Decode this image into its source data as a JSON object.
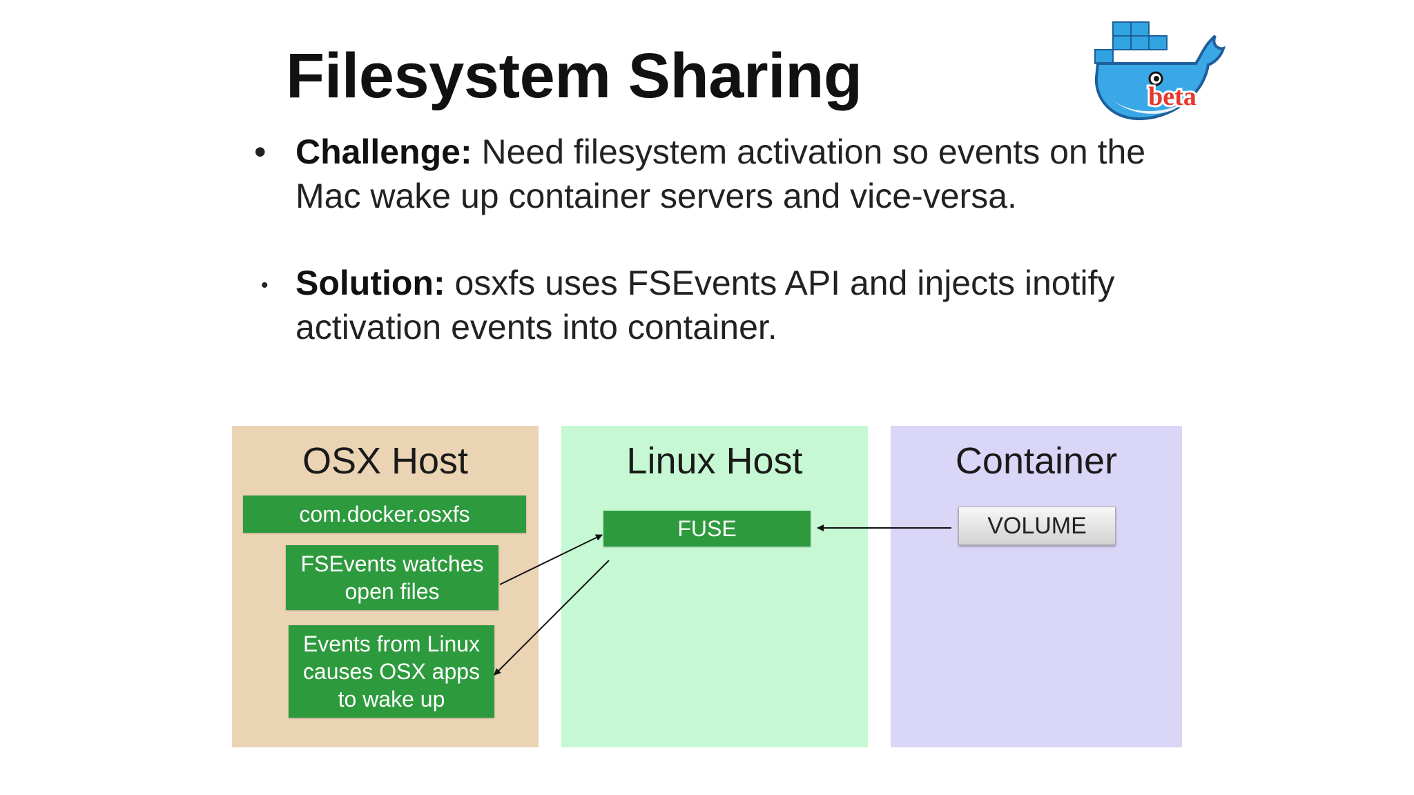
{
  "slide": {
    "title": "Filesystem Sharing",
    "bullets": [
      {
        "marker": "•",
        "label": "Challenge:",
        "text": " Need filesystem activation so events on the Mac wake up container servers and vice-versa."
      },
      {
        "marker": "•",
        "label": "Solution:",
        "text": " osxfs uses FSEvents API and injects inotify activation events into container."
      }
    ],
    "logo": {
      "icon": "docker-whale-icon",
      "badge": "beta"
    }
  },
  "diagram": {
    "panels": [
      {
        "title": "OSX Host",
        "color": "#ebd4b4"
      },
      {
        "title": "Linux Host",
        "color": "#c6f9d3"
      },
      {
        "title": "Container",
        "color": "#dad6f7"
      }
    ],
    "osx_boxes": [
      "com.docker.osxfs",
      "FSEvents watches open files",
      "Events from Linux causes OSX apps to wake up"
    ],
    "fuse_label": "FUSE",
    "volume_label": "VOLUME",
    "box_color": "#2e9a3e"
  }
}
